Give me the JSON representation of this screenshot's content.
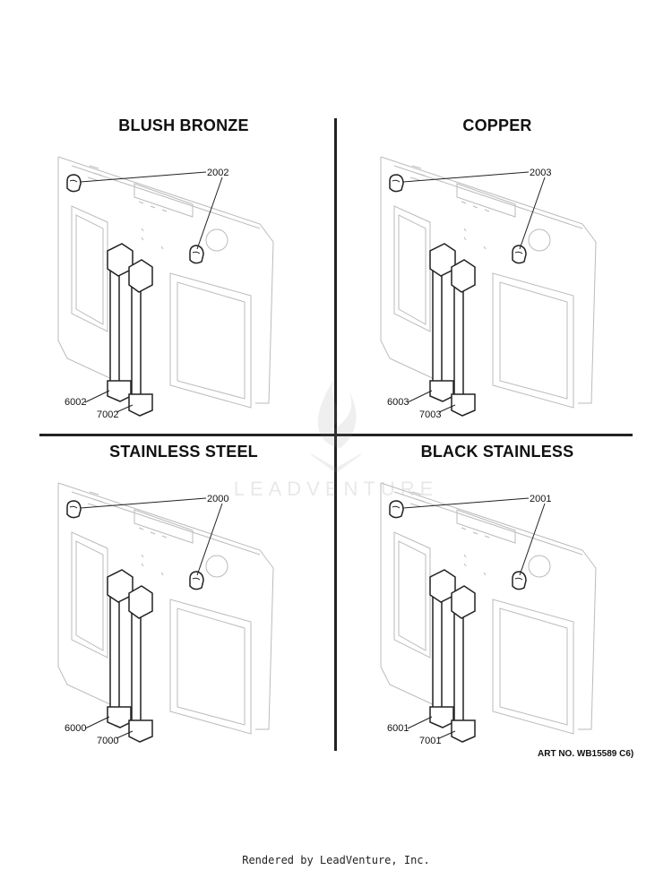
{
  "quadrants": [
    {
      "title": "BLUSH BRONZE",
      "knob_part": "2002",
      "handle_part": "6002",
      "cap_part": "7002"
    },
    {
      "title": "COPPER",
      "knob_part": "2003",
      "handle_part": "6003",
      "cap_part": "7003"
    },
    {
      "title": "STAINLESS STEEL",
      "knob_part": "2000",
      "handle_part": "6000",
      "cap_part": "7000"
    },
    {
      "title": "BLACK STAINLESS",
      "knob_part": "2001",
      "handle_part": "6001",
      "cap_part": "7001"
    }
  ],
  "art_number": "ART NO. WB15589 C6)",
  "watermark": "LEADVENTURE",
  "footer": "Rendered by LeadVenture, Inc."
}
